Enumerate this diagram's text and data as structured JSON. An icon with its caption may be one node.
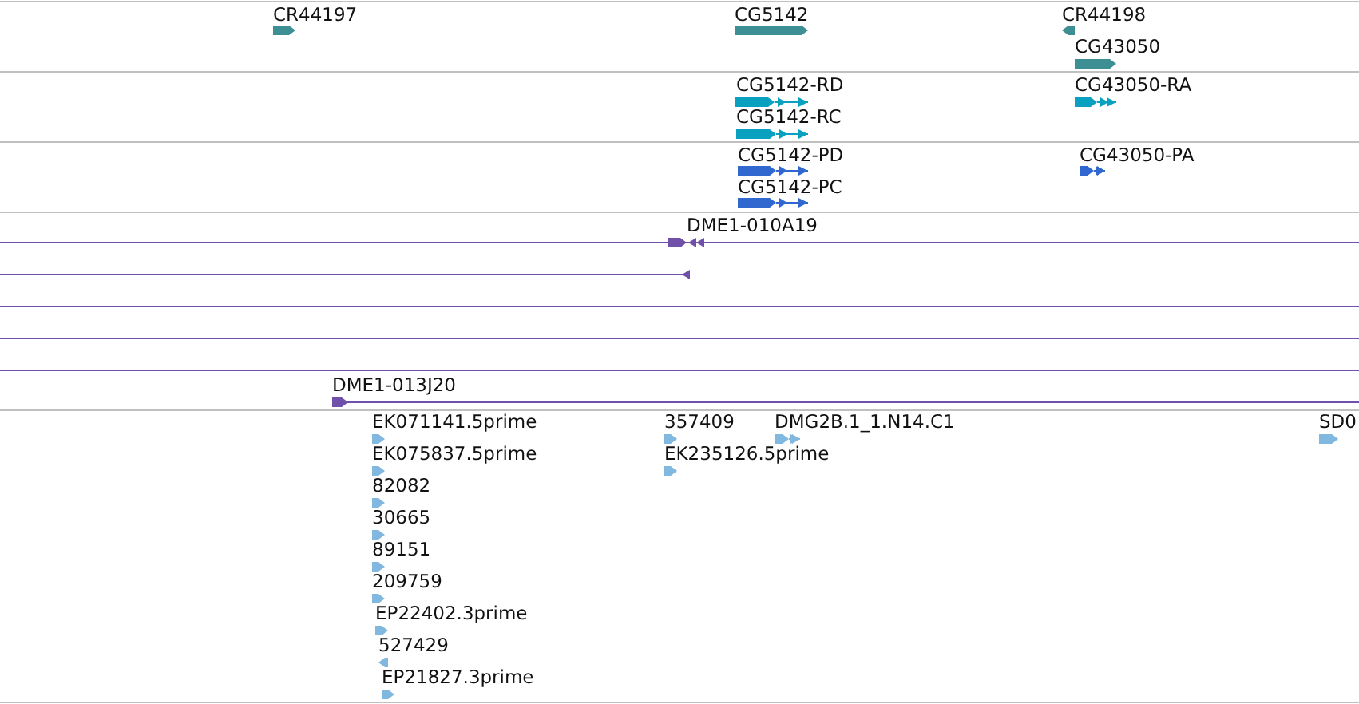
{
  "diagram": {
    "labels": [
      "CR44197",
      "CG5142",
      "CR44198",
      "CG43050",
      "CG5142-RD",
      "CG43050-RA",
      "CG5142-RC",
      "CG5142-PD",
      "CG43050-PA",
      "CG5142-PC",
      "DME1-010A19",
      "DME1-013J20",
      "EK071141.5prime",
      "357409",
      "DMG2B.1_1.N14.C1",
      "SD0",
      "EK075837.5prime",
      "EK235126.5prime",
      "82082",
      "30665",
      "89151",
      "209759",
      "EP22402.3prime",
      "527429",
      "EP21827.3prime"
    ]
  }
}
